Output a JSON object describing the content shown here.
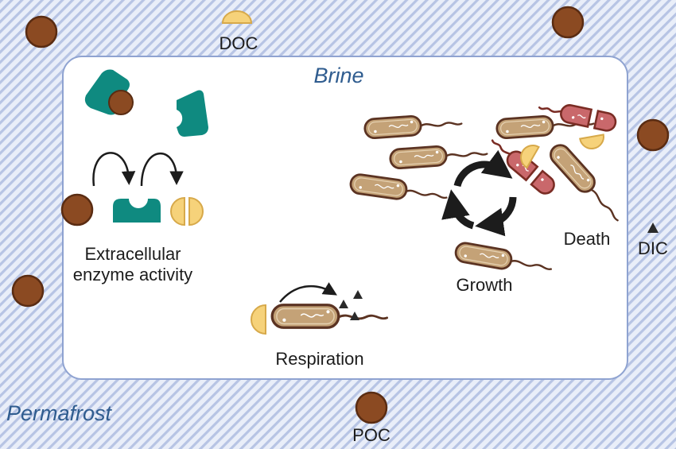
{
  "regions": {
    "outer": "Permafrost",
    "inner": "Brine"
  },
  "pools": {
    "doc": "DOC",
    "poc": "POC",
    "dic": "DIC"
  },
  "processes": {
    "enzyme_line1": "Extracellular",
    "enzyme_line2": "enzyme activity",
    "respiration": "Respiration",
    "growth": "Growth",
    "death": "Death"
  },
  "colors": {
    "permafrost_bg": "#e9eef9",
    "permafrost_stripe": "#b5c2e4",
    "brine_fill": "#ffffff",
    "brine_border": "#8fa3d1",
    "poc_particle": "#8b4a22",
    "doc_particle": "#f6d27a",
    "enzyme": "#0f8a80",
    "cell_live": "#c4a277",
    "cell_dead": "#c9686b",
    "dic": "#2a2a2a"
  }
}
